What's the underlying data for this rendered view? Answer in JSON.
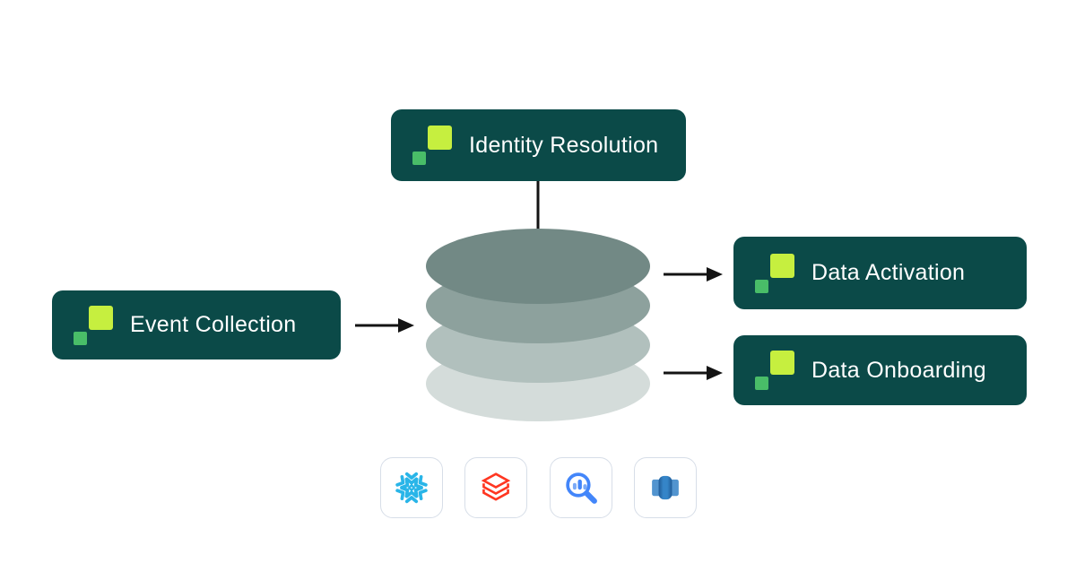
{
  "nodes": {
    "identity_resolution": {
      "label": "Identity Resolution"
    },
    "event_collection": {
      "label": "Event Collection"
    },
    "data_activation": {
      "label": "Data Activation"
    },
    "data_onboarding": {
      "label": "Data Onboarding"
    }
  },
  "stack": {
    "layers": 4,
    "description-icon": "database-stack-icon"
  },
  "warehouse_icons": [
    {
      "name": "snowflake-icon"
    },
    {
      "name": "databricks-icon"
    },
    {
      "name": "bigquery-icon"
    },
    {
      "name": "redshift-icon"
    }
  ],
  "colors": {
    "node-bg": "#0b4a48",
    "node-text": "#ffffff",
    "logo-lime": "#c6ef3f",
    "logo-green": "#49bd68",
    "arrow": "#131313",
    "layer-1": "#728985",
    "layer-2": "#8da19d",
    "layer-3": "#b1c0bd",
    "layer-4": "#d4dcda",
    "card-border": "#d7dee8",
    "snowflake-blue": "#29b5e8",
    "databricks-red": "#ff3621",
    "bigquery-blue": "#4386fa",
    "bigquery-blue-light": "#7baaf7",
    "redshift-dark": "#205b97",
    "redshift-mid": "#3585c8",
    "redshift-light": "#5294cf"
  }
}
